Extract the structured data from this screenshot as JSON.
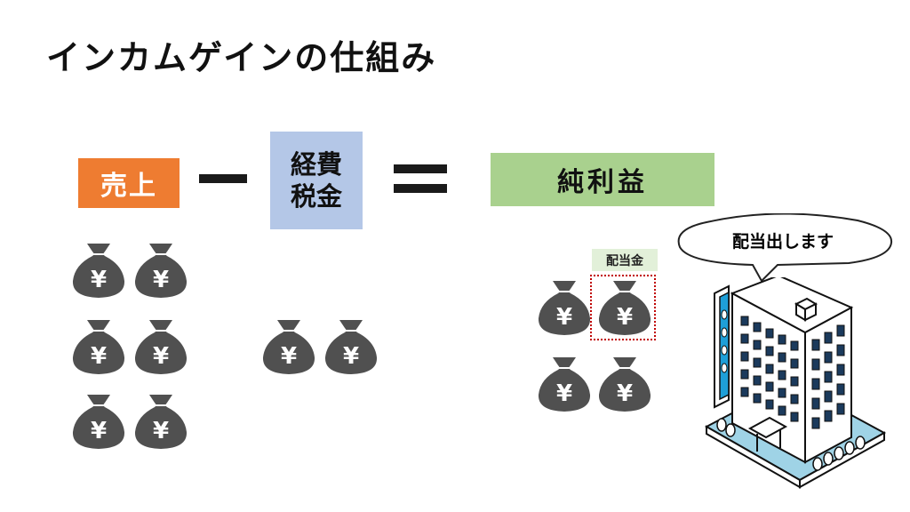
{
  "title": "インカムゲインの仕組み",
  "sales_label": "売上",
  "expenses_label_line1": "経費",
  "expenses_label_line2": "税金",
  "net_profit_label": "純利益",
  "dividend_label": "配当金",
  "speech_bubble": "配当出します",
  "yen_symbol": "¥",
  "colors": {
    "sales": "#ee7c31",
    "expenses": "#b4c7e7",
    "net_profit": "#a9d18e",
    "dividend_tag": "#e2f0d9",
    "money_bag": "#505050",
    "dividend_frame": "#c00000"
  },
  "icons": {
    "money_bag": "money-bag-icon",
    "building": "company-building-icon"
  }
}
